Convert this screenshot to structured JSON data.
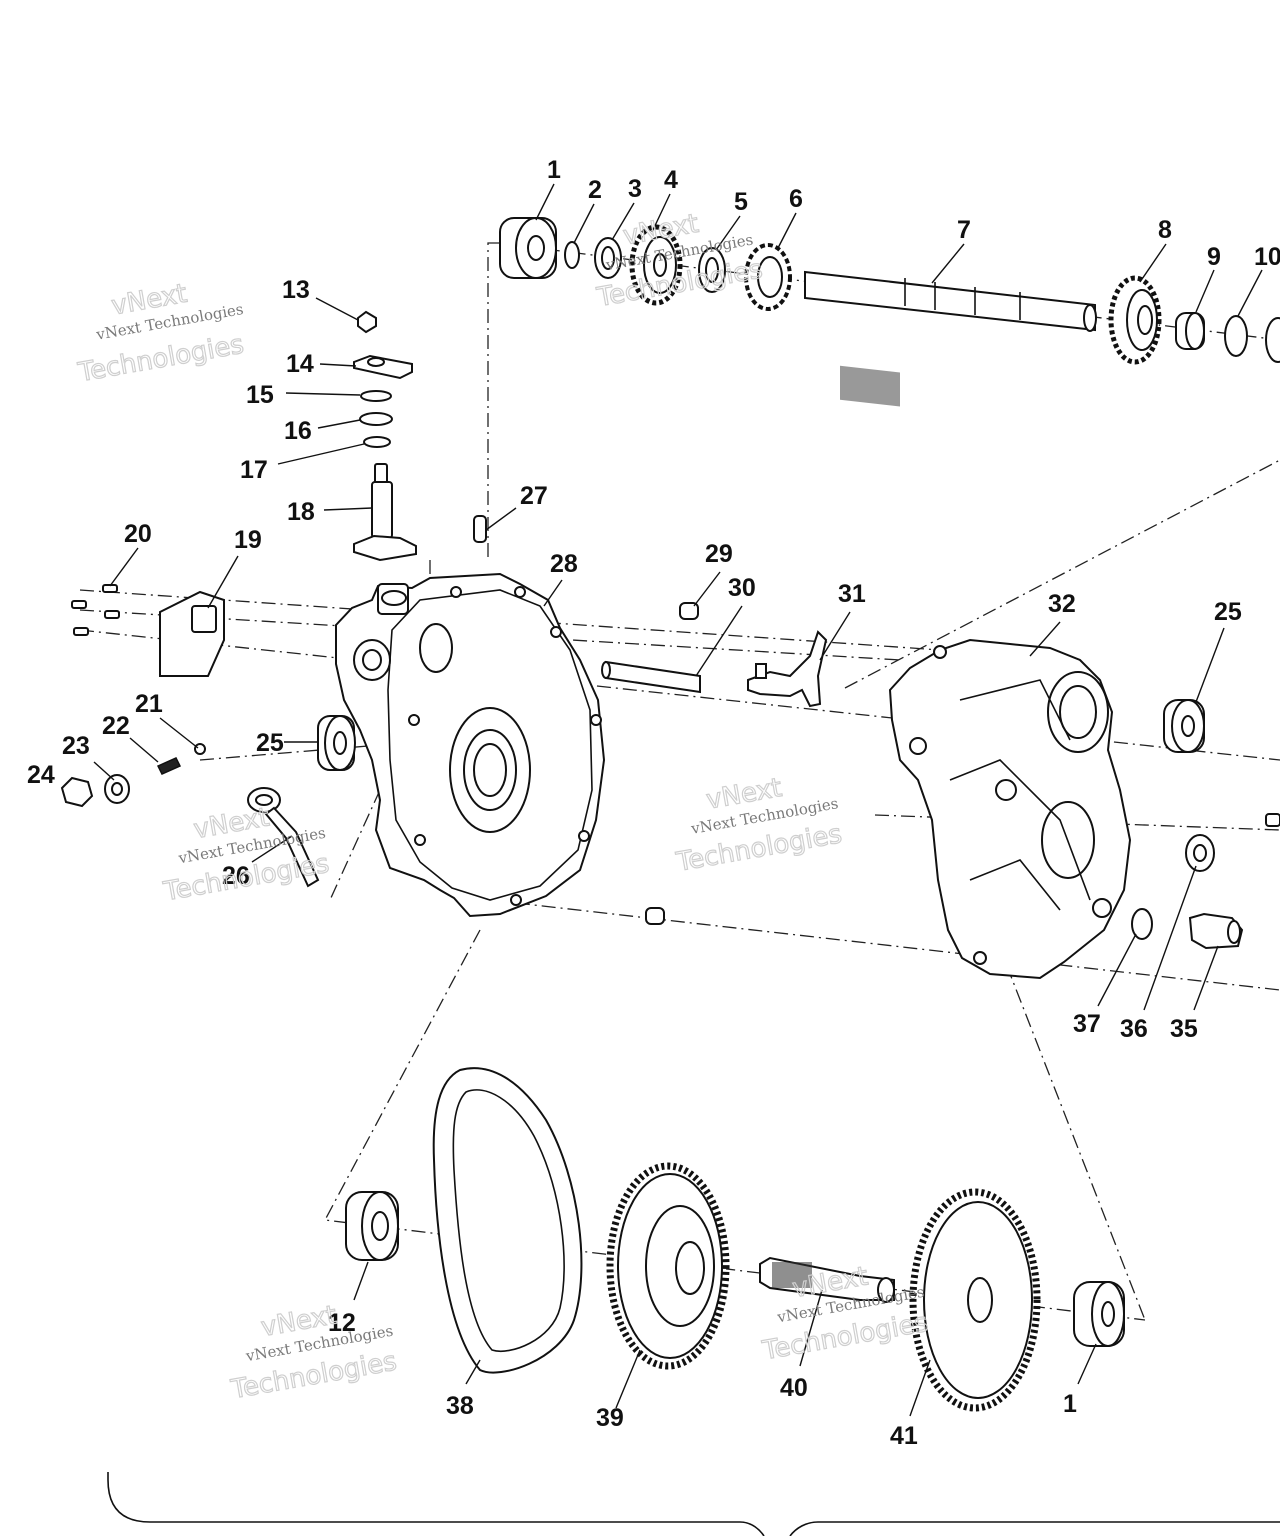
{
  "callouts": [
    "1",
    "2",
    "3",
    "4",
    "5",
    "6",
    "7",
    "8",
    "9",
    "10",
    "13",
    "14",
    "15",
    "16",
    "17",
    "18",
    "20",
    "19",
    "27",
    "28",
    "29",
    "30",
    "31",
    "32",
    "25",
    "21",
    "22",
    "25",
    "23",
    "24",
    "26",
    "37",
    "36",
    "35",
    "12",
    "38",
    "39",
    "40",
    "41",
    "1"
  ],
  "watermark": {
    "line1": "vNext Technologies",
    "line2": "Technologies",
    "line3": "vNext"
  },
  "colors": {
    "ink": "#111111",
    "watermark": "#9a9a9a"
  }
}
